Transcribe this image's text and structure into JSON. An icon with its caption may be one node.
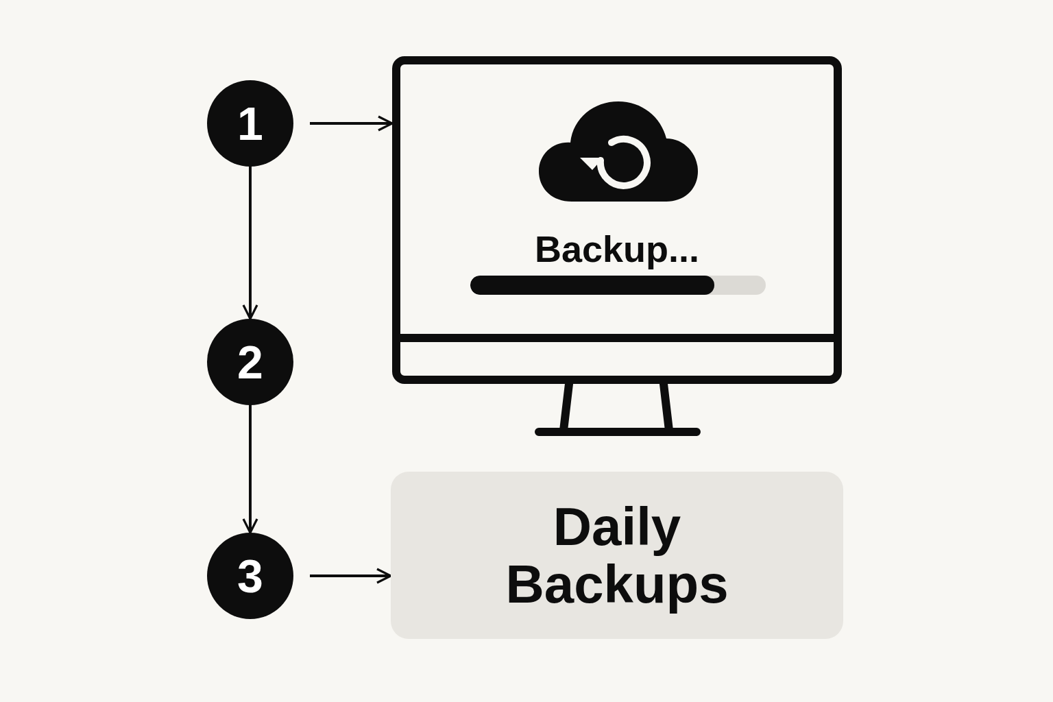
{
  "diagram": {
    "nodes": [
      {
        "text": [
          "1"
        ]
      },
      {
        "text": [
          "Backup..."
        ]
      },
      {
        "text": [
          "2"
        ]
      },
      {
        "text": [
          "3"
        ]
      },
      {
        "text": [
          "Daily Backups"
        ]
      }
    ],
    "edges": [
      {
        "from": 0,
        "to": 1,
        "arrow": "to"
      },
      {
        "from": 0,
        "to": 2,
        "arrow": "to"
      },
      {
        "from": 2,
        "to": 3,
        "arrow": "to"
      },
      {
        "from": 3,
        "to": 4,
        "arrow": "to"
      }
    ]
  }
}
